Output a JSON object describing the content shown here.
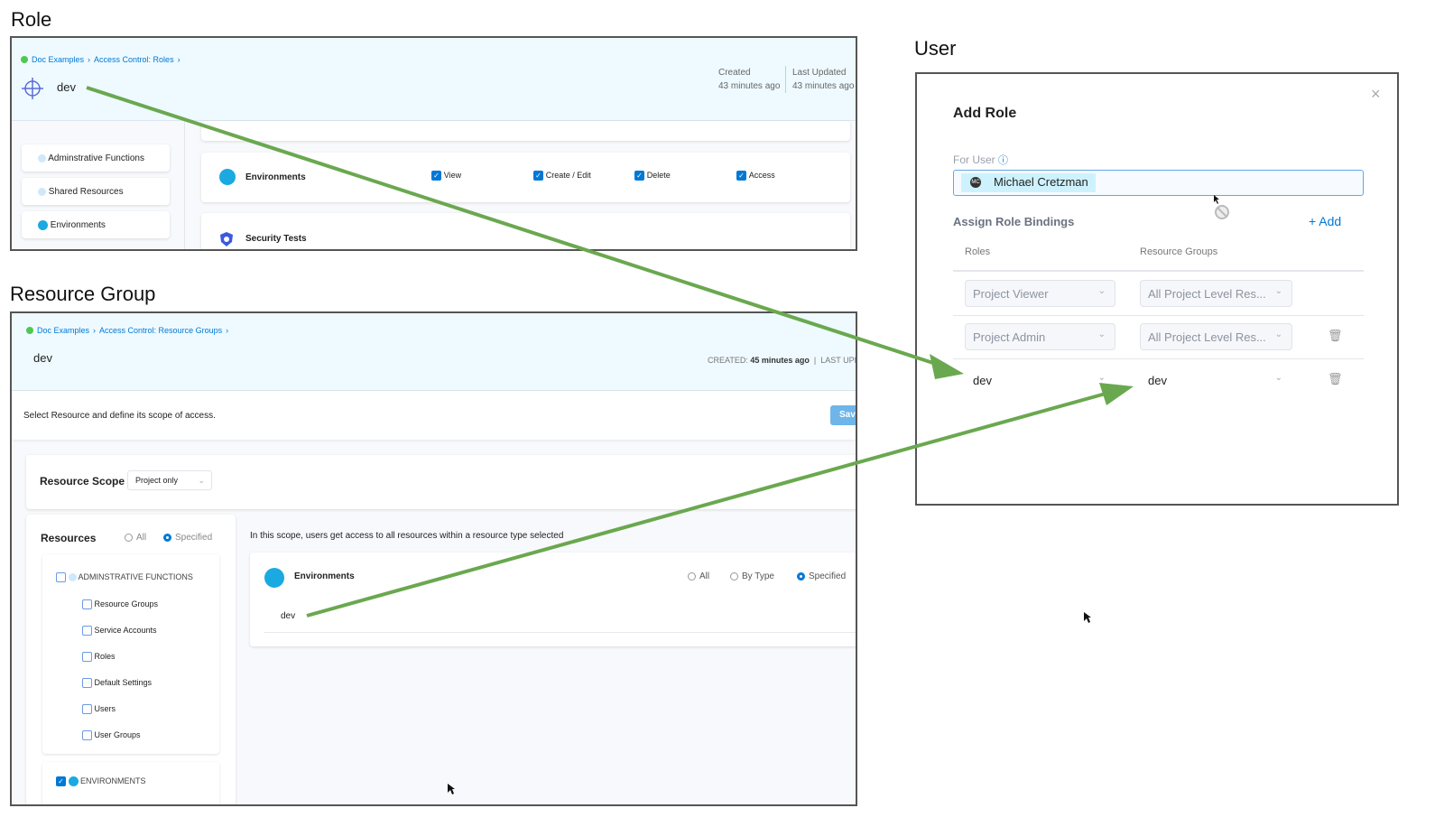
{
  "role_section": {
    "title": "Role",
    "breadcrumb": [
      "Doc Examples",
      "Access Control: Roles"
    ],
    "name": "dev",
    "created_label": "Created",
    "created_value": "43 minutes ago",
    "updated_label": "Last Updated",
    "updated_value": "43 minutes ago",
    "sidebar": [
      "Adminstrative Functions",
      "Shared Resources",
      "Environments"
    ],
    "permissions_row": {
      "resource": "Environments",
      "permissions": [
        "View",
        "Create / Edit",
        "Delete",
        "Access"
      ]
    },
    "security_row": "Security Tests"
  },
  "rg_section": {
    "title": "Resource Group",
    "breadcrumb": [
      "Doc Examples",
      "Access Control: Resource Groups"
    ],
    "name": "dev",
    "created_label": "CREATED:",
    "created_value": "45 minutes ago",
    "updated_label": "LAST UPD",
    "instruction": "Select Resource and define its scope of access.",
    "save_label": "Sav",
    "scope_label": "Resource Scope",
    "scope_value": "Project only",
    "resources_label": "Resources",
    "resources_options": [
      "All",
      "Specified"
    ],
    "admin_group": "ADMINSTRATIVE FUNCTIONS",
    "admin_items": [
      "Resource Groups",
      "Service Accounts",
      "Roles",
      "Default Settings",
      "Users",
      "User Groups"
    ],
    "env_group": "ENVIRONMENTS",
    "scope_note": "In this scope, users get access to all resources within a resource type selected",
    "env_card": {
      "title": "Environments",
      "options": [
        "All",
        "By Type",
        "Specified"
      ],
      "selected": "dev"
    }
  },
  "user_section": {
    "title": "User",
    "dialog_title": "Add Role",
    "for_user_label": "For User",
    "user_name": "Michael Cretzman",
    "avatar_initials": "MC",
    "bindings_label": "Assign Role Bindings",
    "add_label": "+ Add",
    "col_roles": "Roles",
    "col_rg": "Resource Groups",
    "rows": [
      {
        "role": "Project Viewer",
        "rg": "All Project Level Res..."
      },
      {
        "role": "Project Admin",
        "rg": "All Project Level Res..."
      },
      {
        "role": "dev",
        "rg": "dev"
      }
    ]
  },
  "colors": {
    "arrow": "#6aa84f",
    "accent": "#0278d5",
    "header_bg": "#eefaff"
  }
}
